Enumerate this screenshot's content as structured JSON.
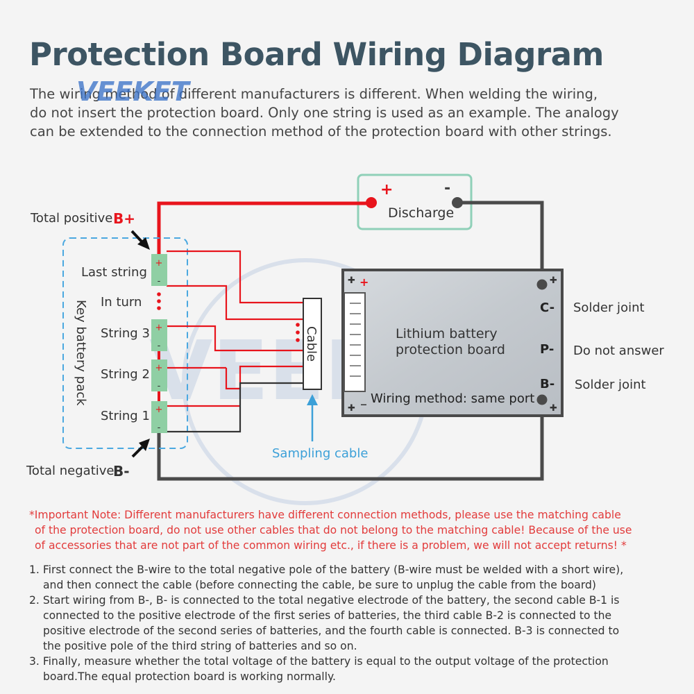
{
  "header": {
    "title": "Protection Board Wiring Diagram",
    "subtitle_lines": [
      "The wiring method of different manufacturers is different. When welding the wiring,",
      "do not insert the protection board. Only one string is used as an example. The analogy",
      "can be extended to the connection method of the protection board with other strings."
    ]
  },
  "watermark": {
    "brand": "VEEKET"
  },
  "diagram": {
    "total_positive": "Total positive",
    "b_plus": "B+",
    "total_negative": "Total negative",
    "b_minus": "B-",
    "pack_label": "Key battery pack",
    "strings": {
      "last": "Last string",
      "in_turn": "In turn",
      "s3": "String 3",
      "s2": "String 2",
      "s1": "String 1"
    },
    "cell_plus": "+",
    "cell_minus": "-",
    "cable_label": "Cable",
    "sampling_cable": "Sampling cable",
    "discharge": {
      "label": "Discharge",
      "plus": "+",
      "minus": "-"
    },
    "board": {
      "label_line1": "Lithium battery",
      "label_line2": "protection board",
      "plus_mark": "+",
      "minus_mark": "_",
      "c_minus": "C-",
      "p_minus": "P-",
      "b_minus": "B-",
      "wiring_method": "Wiring method: same port"
    },
    "right_labels": {
      "c": "Solder joint",
      "p": "Do not answer",
      "b": "Solder joint"
    },
    "colors": {
      "positive_wire": "#e8141c",
      "negative_wire": "#4a4a4a",
      "cell": "#8fcfa4",
      "discharge_border": "#8fd0b8",
      "pack_border": "#4aa8e0",
      "sampling_arrow": "#3ca0d8",
      "board_fill": "#c9ced3"
    }
  },
  "note_lines": [
    "*Important Note: Different manufacturers have different connection methods, please use the matching cable",
    "of the protection board, do not use other cables that do not belong to the matching cable! Because of the use",
    "of accessories that are not part of the common wiring etc., if there is a problem, we will not accept returns! *"
  ],
  "steps": [
    {
      "lines": [
        "1. First connect the B-wire to the total negative pole of the battery (B-wire must be welded with a short wire),",
        "and then connect the cable (before connecting the cable, be sure to unplug the cable from the board)"
      ]
    },
    {
      "lines": [
        "2. Start wiring from B-, B- is connected to the total negative electrode of the battery, the second cable B-1 is",
        "connected to the positive electrode of the first series of batteries, the third cable B-2 is connected to the",
        "positive electrode of the second series of batteries, and the fourth cable is connected. B-3 is connected to",
        "the positive pole of the third string of batteries and so on."
      ]
    },
    {
      "lines": [
        "3. Finally, measure whether the total voltage of the battery is equal to the output voltage of the protection",
        "board.The equal protection board is working normally."
      ]
    }
  ]
}
